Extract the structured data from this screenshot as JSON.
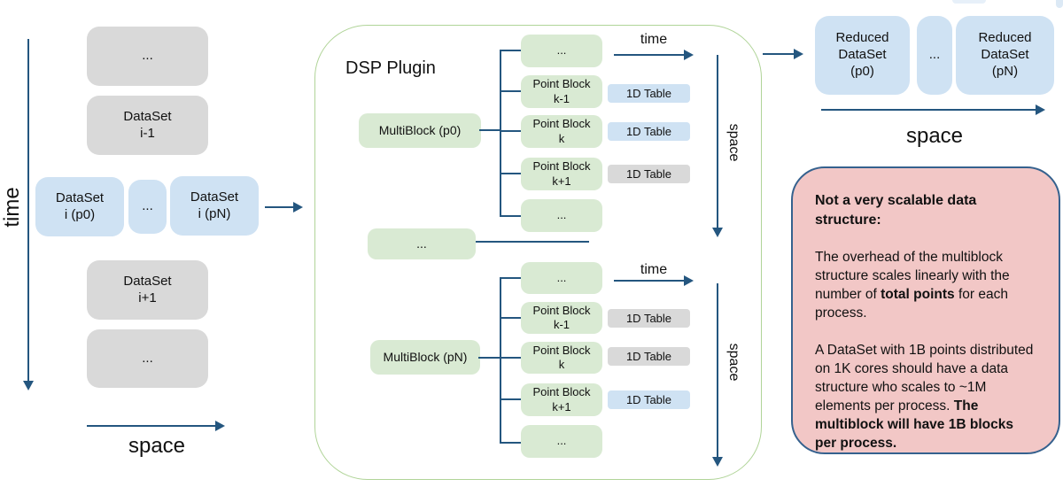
{
  "colors": {
    "light_blue": "#cfe2f3",
    "light_gray": "#d9d9d9",
    "light_green": "#d9ead3",
    "pink": "#f2c7c6",
    "arrow_blue": "#24567f",
    "container_border_green": "#b0d498",
    "note_border": "#35618e"
  },
  "left_panel": {
    "time_axis_label": "time",
    "space_axis_label": "space",
    "stack_top": [
      {
        "label": "..."
      },
      {
        "label": "DataSet\ni-1"
      }
    ],
    "dataset_row": [
      {
        "label": "DataSet\ni (p0)"
      },
      {
        "label": "..."
      },
      {
        "label": "DataSet\ni (pN)"
      }
    ],
    "stack_bottom": [
      {
        "label": "DataSet\ni+1"
      },
      {
        "label": "..."
      }
    ]
  },
  "plugin": {
    "title": "DSP Plugin",
    "middle_ellipsis_label": "...",
    "trees": [
      {
        "root_label": "MultiBlock (p0)",
        "time_label": "time",
        "space_label": "space",
        "blocks": [
          {
            "label": "..."
          },
          {
            "label": "Point Block\nk-1"
          },
          {
            "label": "Point Block\nk"
          },
          {
            "label": "Point Block\nk+1"
          },
          {
            "label": "..."
          }
        ],
        "tables": [
          {
            "label": "1D Table",
            "variant": "blue"
          },
          {
            "label": "1D Table",
            "variant": "blue"
          },
          {
            "label": "1D Table",
            "variant": "gray"
          }
        ]
      },
      {
        "root_label": "MultiBlock (pN)",
        "time_label": "time",
        "space_label": "space",
        "blocks": [
          {
            "label": "..."
          },
          {
            "label": "Point Block\nk-1"
          },
          {
            "label": "Point Block\nk"
          },
          {
            "label": "Point Block\nk+1"
          },
          {
            "label": "..."
          }
        ],
        "tables": [
          {
            "label": "1D Table",
            "variant": "gray"
          },
          {
            "label": "1D Table",
            "variant": "gray"
          },
          {
            "label": "1D Table",
            "variant": "blue"
          }
        ]
      }
    ]
  },
  "output_panel": {
    "space_axis_label": "space",
    "boxes": [
      {
        "label": "Reduced\nDataSet\n(p0)"
      },
      {
        "label": "..."
      },
      {
        "label": "Reduced\nDataSet\n(pN)"
      }
    ]
  },
  "note_panel": {
    "heading": "Not a very scalable data structure:",
    "para1_pre": "The overhead of the multiblock structure scales linearly with the number of ",
    "para1_bold": "total points",
    "para1_post": " for each process.",
    "para2_text": "A DataSet with 1B points distributed on 1K cores should have a data structure who scales to ~1M elements per process. ",
    "para2_bold": "The multiblock will have 1B blocks per process."
  }
}
